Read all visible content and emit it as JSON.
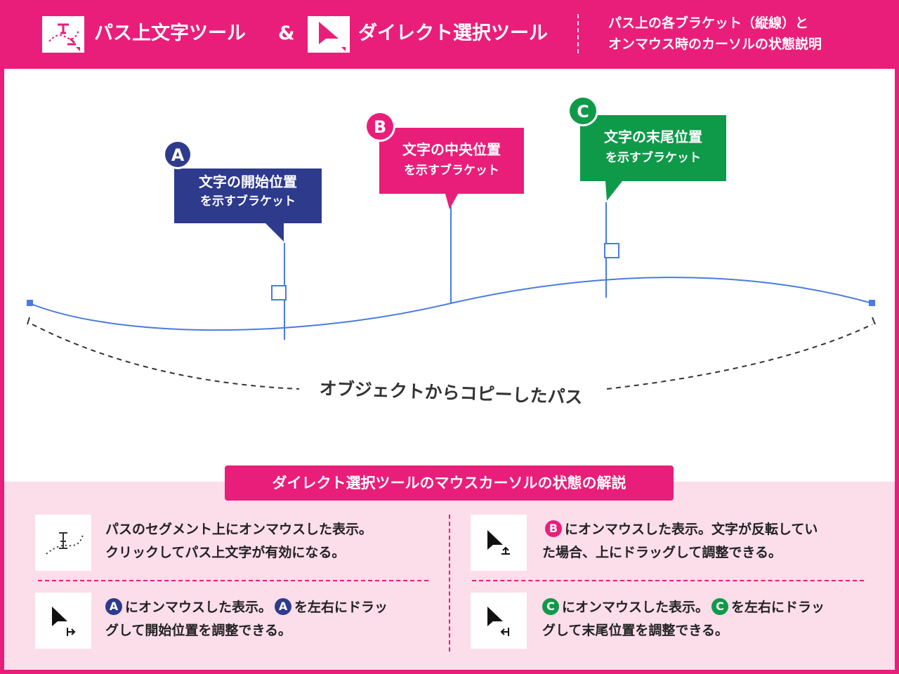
{
  "header": {
    "tool1": "パス上文字ツール",
    "amp": "&",
    "tool2": "ダイレクト選択ツール",
    "desc_line1": "パス上の各ブラケット（縦線）と",
    "desc_line2": "オンマウス時のカーソルの状態説明"
  },
  "callouts": {
    "a": {
      "badge": "A",
      "line1": "文字の開始位置",
      "line2": "を示すブラケット"
    },
    "b": {
      "badge": "B",
      "line1": "文字の中央位置",
      "line2": "を示すブラケット"
    },
    "c": {
      "badge": "C",
      "line1": "文字の末尾位置",
      "line2": "を示すブラケット"
    }
  },
  "path_label": "オブジェクトからコピーしたパス",
  "legend": {
    "title": "ダイレクト選択ツールのマウスカーソルの状態の解説",
    "items": [
      {
        "line1": "パスのセグメント上にオンマウスした表示。",
        "line2": "クリックしてパス上文字が有効になる。"
      },
      {
        "badge": "B",
        "line1": "にオンマウスした表示。文字が反転してい",
        "line2": "た場合、上にドラッグして調整できる。"
      },
      {
        "badge1": "A",
        "mid": "にオンマウスした表示。",
        "badge2": "A",
        "line1_end": "を左右にドラッ",
        "line2": "グして開始位置を調整できる。"
      },
      {
        "badge1": "C",
        "mid": "にオンマウスした表示。",
        "badge2": "C",
        "line1_end": "を左右にドラッ",
        "line2": "グして末尾位置を調整できる。"
      }
    ]
  },
  "colors": {
    "accent": "#E91E7A",
    "blue": "#2E3A8C",
    "green": "#0E9A48",
    "path": "#4A7BE0"
  }
}
